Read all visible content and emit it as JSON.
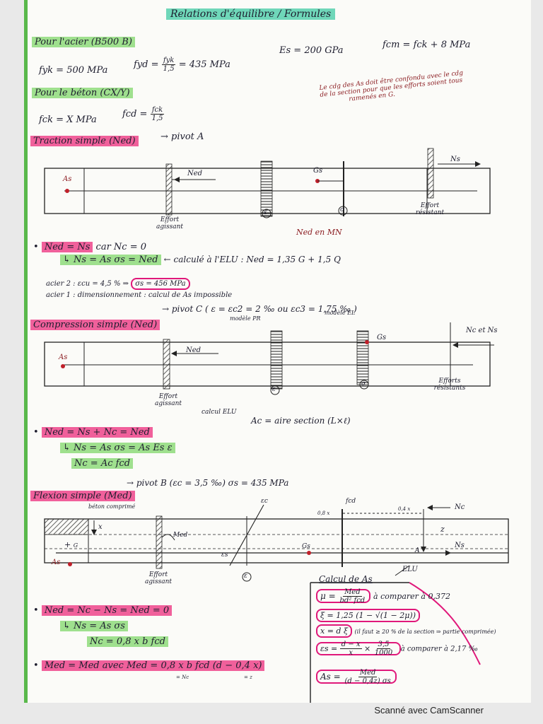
{
  "title": "Relations d'équilibre / Formules",
  "acier": {
    "heading": "Pour l'acier (B500 B)",
    "fyk": "fyk = 500 MPa",
    "fyd_lhs": "fyd =",
    "fyd_num": "fyk",
    "fyd_den": "1,5",
    "fyd_rhs": "= 435 MPa",
    "es": "Es = 200 GPa",
    "fcm": "fcm = fck + 8 MPa"
  },
  "beton": {
    "heading": "Pour le béton (CX/Y)",
    "fck": "fck = X MPa",
    "fcd_lhs": "fcd =",
    "fcd_num": "fck",
    "fcd_den": "1,5",
    "note_line1": "Le cdg des As doit être confondu avec le cdg",
    "note_line2": "de la section pour que les efforts soient tous",
    "note_line3": "ramenés en G."
  },
  "traction": {
    "heading": "Traction simple (Ned)",
    "pivot": "→ pivot A",
    "label_as": "As",
    "label_ned": "Ned",
    "label_gs": "Gs",
    "label_ns": "Ns",
    "label_eps": "ε",
    "label_sigma": "σ",
    "effort_agissant": "Effort agissant",
    "effort_resistant": "Effort résistant",
    "ned_unit": "Ned en MN",
    "eq1": "Ned = Ns",
    "eq1b": "car Nc = 0",
    "eq2": "↳ Ns = As σs = Ned",
    "eq2_note": "← calculé à l'ELU : Ned = 1,35 G + 1,5 Q",
    "acier2": "acier 2 : εcu = 4,5 % ⇒",
    "acier2_box": "σs = 456 MPa",
    "acier1": "acier 1 : dimensionnement : calcul de As impossible"
  },
  "compression": {
    "heading": "Compression simple (Ned)",
    "pivot": "→ pivot C ( ε = εc2 = 2 ‰ ou εc3 = 1,75 ‰ )",
    "modele_pr": "modèle PR",
    "modele_el": "modèle EL",
    "label_as": "As",
    "label_ned": "Ned",
    "label_gs": "Gs",
    "label_ncns": "Nc et Ns",
    "label_eps": "ε",
    "label_sigma": "σ",
    "effort_agissant": "Effort agissant",
    "efforts_resistants": "Efforts résistants",
    "calcul_elu": "calcul ELU",
    "ac": "Ac = aire section (L×ℓ)",
    "eq1": "Ned = Ns + Nc = Ned",
    "eq2": "↳ Ns = As σs = As Es ε",
    "eq3": "Nc = Ac fcd"
  },
  "flexion": {
    "heading": "Flexion simple (Med)",
    "pivot": "→ pivot B (εc = 3,5 ‰) σs = 435 MPa",
    "beton_comprime": "béton comprimé",
    "label_x": "x",
    "label_z": "z",
    "label_g": "G",
    "label_as": "As",
    "label_med": "Med",
    "label_gs": "Gs",
    "label_es": "εs",
    "label_ec": "εc",
    "label_nc": "Nc",
    "label_ns": "Ns",
    "label_a": "A",
    "label_08x": "0,8 x",
    "label_04x": "0,4 x",
    "label_fcd": "fcd",
    "label_eps": "ε",
    "effort_agissant": "Effort agissant",
    "eq1": "Ned = Nc − Ns = Ned = 0",
    "eq2": "↳ Ns = As σs",
    "eq3": "Nc = 0,8 x b fcd",
    "eq4": "Med = Med avec Med = 0,8 x b fcd (d − 0,4 x)",
    "eq4_nc": "= Nc",
    "eq4_z": "= z"
  },
  "calcul_as": {
    "heading": "Calcul de As",
    "elu": "ELU",
    "mu_lhs": "μ =",
    "mu_num": "Med",
    "mu_den": "bd² fcd",
    "mu_cmp": "à comparer à 0,372",
    "xi": "ξ = 1,25 (1 − √(1 − 2μ))",
    "x": "x = d ξ",
    "x_note": "(il faut ≥ 20 % de la section ⇒ partie comprimée)",
    "es_lhs": "εs =",
    "es_frac1_num": "d − x",
    "es_frac1_den": "x",
    "es_frac2_num": "3,5",
    "es_frac2_den": "1000",
    "es_cmp": "à comparer à 2,17 ‰",
    "as_lhs": "As =",
    "as_num": "Med",
    "as_den": "(d − 0,4z) σs"
  },
  "footer": "Scanné avec CamScanner"
}
